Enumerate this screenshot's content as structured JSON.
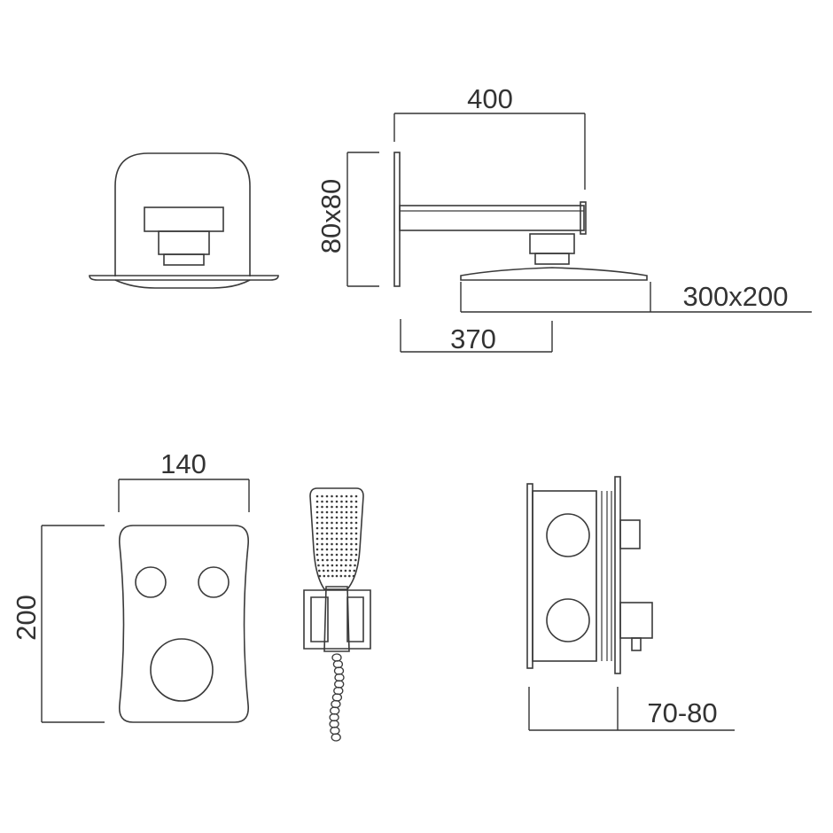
{
  "dimensions": {
    "arm_length": "400",
    "arm_section": "80x80",
    "head_size": "300x200",
    "arm_projection": "370",
    "plate_width": "140",
    "plate_height": "200",
    "box_depth": "70-80"
  },
  "colors": {
    "stroke": "#3a3a3a",
    "text": "#333333",
    "background": "#ffffff"
  }
}
